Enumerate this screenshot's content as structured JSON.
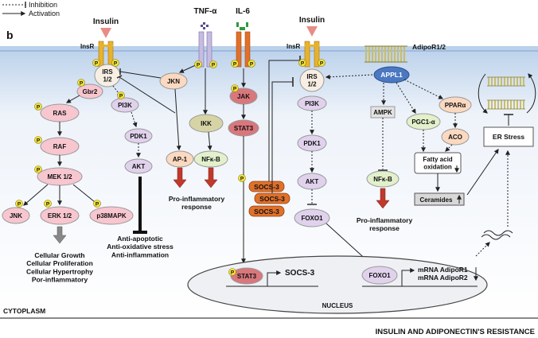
{
  "legend": {
    "inhibition": "Inhibition",
    "activation": "Activation"
  },
  "panel_label": "b",
  "compartments": {
    "cytoplasm": "CYTOPLASM",
    "nucleus": "NUCLEUS"
  },
  "caption": "INSULIN AND ADIPONECTIN'S RESISTANCE",
  "receptors": {
    "insulin_left": "Insulin",
    "insr_left": "InsR",
    "tnf": "TNF-α",
    "il6": "IL-6",
    "insulin_right": "Insulin",
    "insr_right": "InsR",
    "adipor": "AdipoR1/2"
  },
  "phospho": "P",
  "nodes": {
    "irs_left": "IRS\n1/2",
    "gbr2": "Gbr2",
    "pi3k_left": "PI3K",
    "pdk1_left": "PDK1",
    "akt_left": "AKT",
    "ras": "RAS",
    "raf": "RAF",
    "mek": "MEK 1/2",
    "jnk_left": "JNK",
    "erk": "ERK 1/2",
    "p38": "p38MAPK",
    "jkn": "JKN",
    "ikk": "IKK",
    "ap1": "AP-1",
    "nfkb_left": "NFκ-B",
    "jak": "JAK",
    "stat3_top": "STAT3",
    "stat3_nucleus": "STAT3",
    "socs3": "SOCS-3",
    "irs_right": "IRS\n1/2",
    "pi3k_right": "PI3K",
    "pdk1_right": "PDK1",
    "akt_right": "AKT",
    "foxo1_cyto": "FOXO1",
    "foxo1_nucleus": "FOXO1",
    "appl1": "APPL1",
    "ampk": "AMPK",
    "nfkb_right": "NFκ-B",
    "pgc1a": "PGC1-α",
    "ppara": "PPARα",
    "aco": "ACO",
    "fatty_acid": "Fatty acid\noxidation",
    "ceramides": "Ceramides",
    "er_stress": "ER Stress",
    "socs3_gene": "SOCS-3",
    "mrna": "mRNA AdipoR1\nmRNA AdipoR2"
  },
  "outcomes": {
    "growth": "Cellular Growth\nCellular Proliferation\nCellular Hypertrophy\nPor-inflammatory",
    "anti": "Anti-apoptotic\nAnti-oxidative stress\nAnti-inflammation",
    "proinf_left": "Pro-inflammatory\nresponse",
    "proinf_right": "Pro-inflammatory\nresponse"
  },
  "colors": {
    "membrane": "#c9dcef",
    "ras_pink": "#f8c6cf",
    "lavender": "#e0d2ec",
    "peach": "#fbd9c0",
    "red_node": "#d9777c",
    "olive": "#d6d4a4",
    "green": "#e2f0cb",
    "blue": "#4a78c2",
    "orange": "#e0702a",
    "gray": "#e3e3e3"
  }
}
